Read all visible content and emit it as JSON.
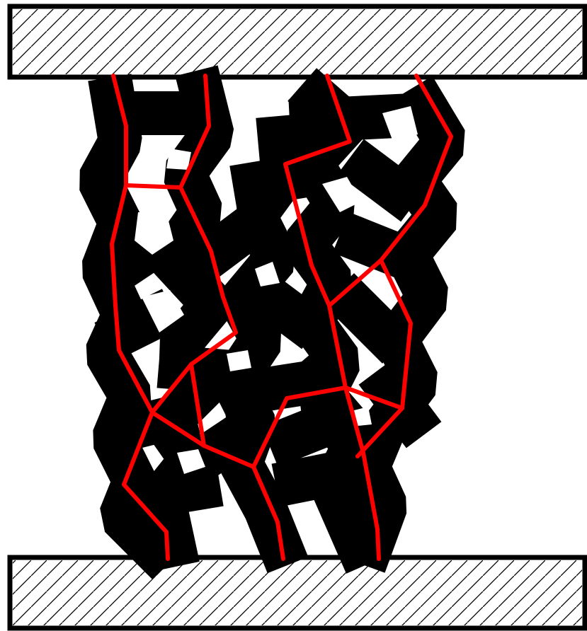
{
  "colors": {
    "background": "#ffffff",
    "plate_outline": "#000000",
    "hatch": "#000000",
    "particle_fill": "#000000",
    "force_chain": "#ff0000"
  },
  "elements": {
    "top_plate": "hatched-compression-plate",
    "bottom_plate": "hatched-compression-plate",
    "particles": "black-hexagonal-granular-packing",
    "force_chains": "red-force-chain-network"
  }
}
